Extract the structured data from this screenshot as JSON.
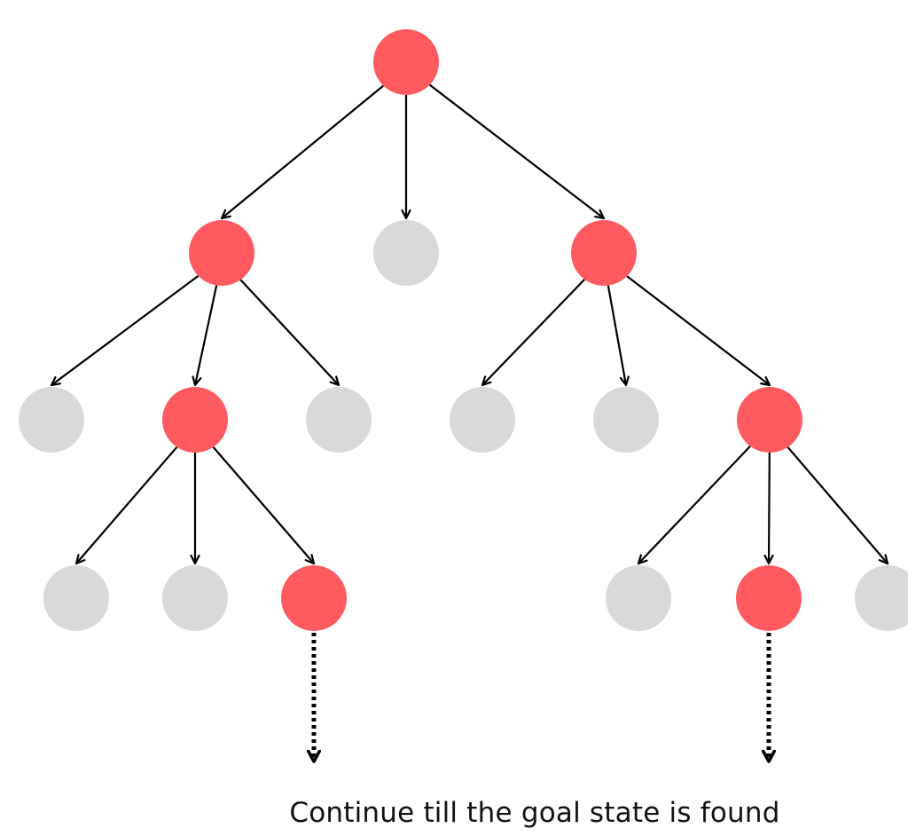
{
  "caption": "Continue till the goal state is found",
  "colors": {
    "expanded": "#ff5a5f",
    "unexpanded": "#d9d9d9",
    "edge": "#000000"
  },
  "tree": {
    "nodes": [
      {
        "id": "root",
        "state": "expanded"
      },
      {
        "id": "L1-left",
        "state": "expanded"
      },
      {
        "id": "L1-middle",
        "state": "unexpanded"
      },
      {
        "id": "L1-right",
        "state": "expanded"
      },
      {
        "id": "L2-a",
        "state": "unexpanded"
      },
      {
        "id": "L2-b",
        "state": "expanded"
      },
      {
        "id": "L2-c",
        "state": "unexpanded"
      },
      {
        "id": "L2-d",
        "state": "unexpanded"
      },
      {
        "id": "L2-e",
        "state": "unexpanded"
      },
      {
        "id": "L2-f",
        "state": "expanded"
      },
      {
        "id": "L3-a",
        "state": "unexpanded"
      },
      {
        "id": "L3-b",
        "state": "unexpanded"
      },
      {
        "id": "L3-c",
        "state": "expanded"
      },
      {
        "id": "L3-d",
        "state": "unexpanded"
      },
      {
        "id": "L3-e",
        "state": "expanded"
      },
      {
        "id": "L3-f",
        "state": "unexpanded"
      }
    ],
    "edges": [
      {
        "from": "root",
        "to": "L1-left"
      },
      {
        "from": "root",
        "to": "L1-middle"
      },
      {
        "from": "root",
        "to": "L1-right"
      },
      {
        "from": "L1-left",
        "to": "L2-a"
      },
      {
        "from": "L1-left",
        "to": "L2-b"
      },
      {
        "from": "L1-left",
        "to": "L2-c"
      },
      {
        "from": "L1-right",
        "to": "L2-d"
      },
      {
        "from": "L1-right",
        "to": "L2-e"
      },
      {
        "from": "L1-right",
        "to": "L2-f"
      },
      {
        "from": "L2-b",
        "to": "L3-a"
      },
      {
        "from": "L2-b",
        "to": "L3-b"
      },
      {
        "from": "L2-b",
        "to": "L3-c"
      },
      {
        "from": "L2-f",
        "to": "L3-d"
      },
      {
        "from": "L2-f",
        "to": "L3-e"
      },
      {
        "from": "L2-f",
        "to": "L3-f"
      }
    ],
    "continuations": [
      "L3-c",
      "L3-e"
    ]
  }
}
